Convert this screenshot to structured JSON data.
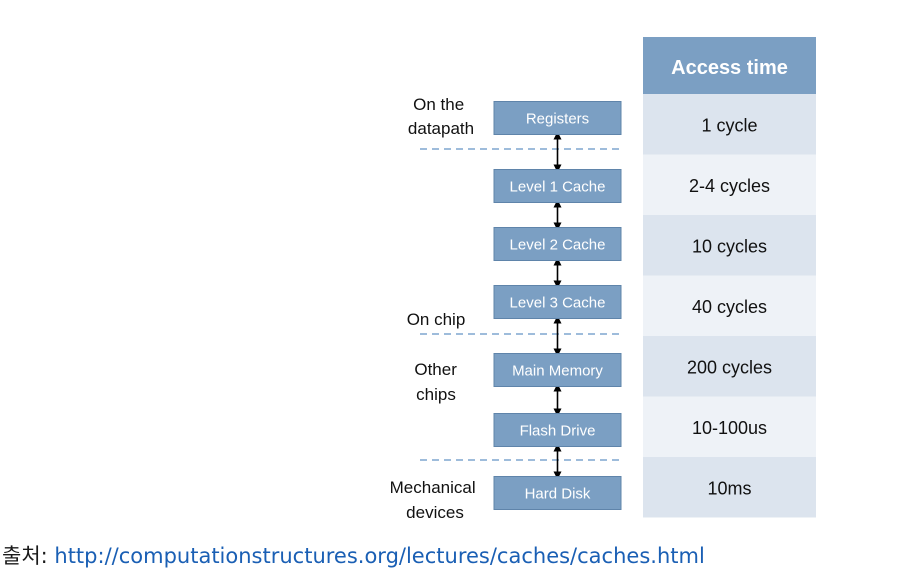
{
  "table": {
    "header": "Access time",
    "header_bg": "#7b9fc3",
    "row_bg_alt": "#dce4ee",
    "row_bg": "#eef2f7"
  },
  "levels": [
    {
      "name": "Registers",
      "access_time": "1 cycle"
    },
    {
      "name": "Level 1 Cache",
      "access_time": "2-4 cycles"
    },
    {
      "name": "Level 2 Cache",
      "access_time": "10 cycles"
    },
    {
      "name": "Level 3 Cache",
      "access_time": "40 cycles"
    },
    {
      "name": "Main Memory",
      "access_time": "200 cycles"
    },
    {
      "name": "Flash Drive",
      "access_time": "10-100us"
    },
    {
      "name": "Hard Disk",
      "access_time": "10ms"
    }
  ],
  "level_box_color": "#7b9fc3",
  "divider_color": "#7ea6cf",
  "labels": {
    "datapath": [
      "On the",
      "datapath"
    ],
    "chip": [
      "On chip"
    ],
    "other_chips": [
      "Other",
      "chips"
    ],
    "mechanical": [
      "Mechanical",
      "devices"
    ]
  },
  "source": {
    "prefix": "출처: ",
    "url": "http://computationstructures.org/lectures/caches/caches.html"
  }
}
